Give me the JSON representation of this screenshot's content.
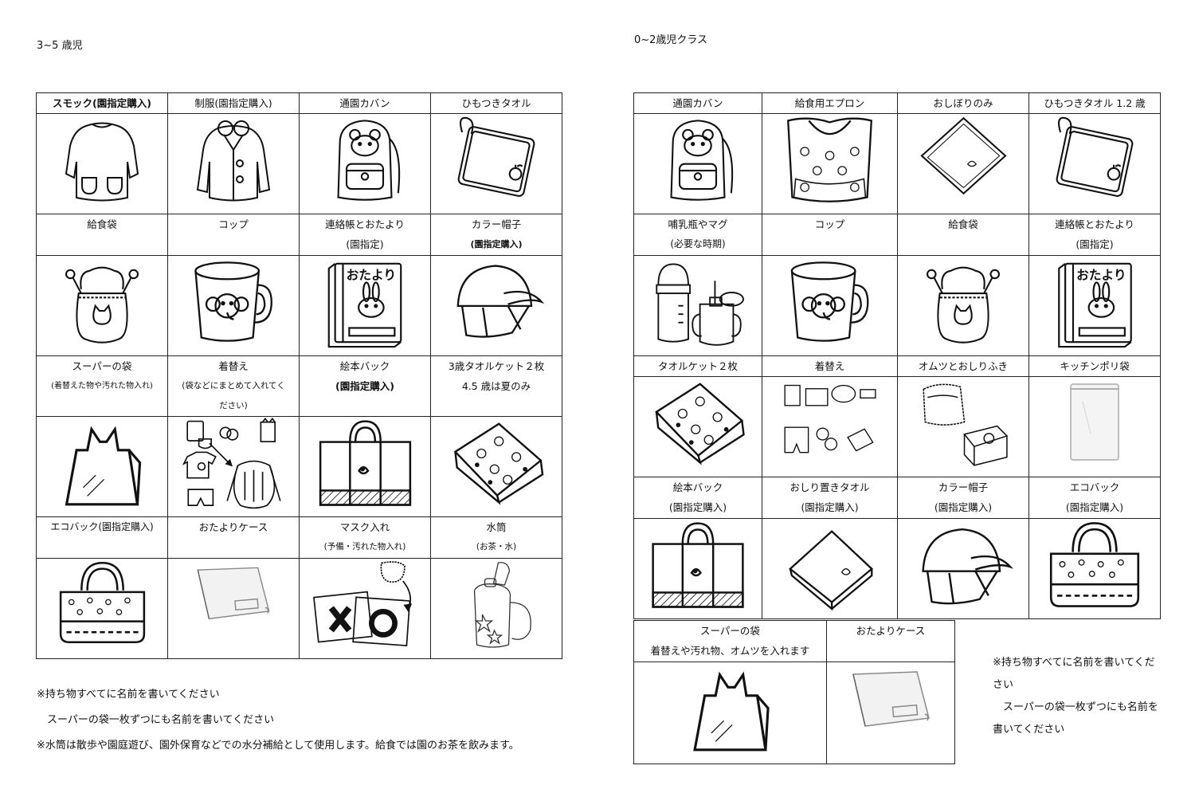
{
  "left": {
    "heading": "3~5 歳児",
    "rows": [
      {
        "labels": [
          {
            "main": "スモック(園指定購入)",
            "sub": "",
            "bold": true
          },
          {
            "main": "制服(園指定購入)",
            "sub": ""
          },
          {
            "main": "通園カバン",
            "sub": ""
          },
          {
            "main": "ひもつきタオル",
            "sub": ""
          }
        ],
        "icons": [
          "smock-icon",
          "uniform-jacket-icon",
          "school-backpack-icon",
          "loop-towel-icon"
        ]
      },
      {
        "labels": [
          {
            "main": "給食袋",
            "sub": ""
          },
          {
            "main": "コップ",
            "sub": ""
          },
          {
            "main": "連絡帳とおたより",
            "sub": "(園指定)"
          },
          {
            "main": "カラー帽子",
            "sub": "(園指定購入)"
          }
        ],
        "icons": [
          "lunch-drawstring-bag-icon",
          "elephant-cup-icon",
          "otayori-notebook-icon",
          "color-cap-icon"
        ]
      },
      {
        "labels": [
          {
            "main": "スーパーの袋",
            "sub": "(着替えた物や汚れた物入れ)"
          },
          {
            "main": "着替え",
            "sub": "(袋などにまとめて入れてく",
            "sub2": "ださい)"
          },
          {
            "main": "絵本バック",
            "sub": "(園指定購入)",
            "subbold": true
          },
          {
            "main": "3歳タオルケット２枚",
            "sub": "4.5 歳は夏のみ",
            "subbig": true
          }
        ],
        "icons": [
          "plastic-shopping-bag-icon",
          "change-of-clothes-icon",
          "picture-book-bag-icon",
          "towel-blanket-icon"
        ]
      },
      {
        "labels": [
          {
            "main": "エコバック(園指定購入)",
            "sub": ""
          },
          {
            "main": "おたよりケース",
            "sub": ""
          },
          {
            "main": "マスク入れ",
            "sub": "(予備・汚れた物入れ)"
          },
          {
            "main": "水筒",
            "sub": "(お茶・水)"
          }
        ],
        "icons": [
          "eco-bag-icon",
          "document-pouch-icon",
          "mask-case-icon",
          "water-bottle-icon"
        ]
      }
    ],
    "notes": [
      "※持ち物すべてに名前を書いてください",
      "　スーパーの袋一枚ずつにも名前を書いてください",
      "※水筒は散歩や園庭遊び、園外保育などでの水分補給として使用します。給食では園のお茶を飲みます。"
    ]
  },
  "right": {
    "heading": "0~2歳児クラス",
    "rows": [
      {
        "labels": [
          {
            "main": "通園カバン",
            "sub": ""
          },
          {
            "main": "給食用エプロン",
            "sub": ""
          },
          {
            "main": "おしぼりのみ",
            "sub": ""
          },
          {
            "main": "ひもつきタオル 1.2 歳",
            "sub": ""
          }
        ],
        "icons": [
          "school-backpack-icon",
          "bib-apron-icon",
          "hand-towel-icon",
          "loop-towel-icon"
        ]
      },
      {
        "labels": [
          {
            "main": "哺乳瓶やマグ",
            "sub": "(必要な時期)"
          },
          {
            "main": "コップ",
            "sub": ""
          },
          {
            "main": "給食袋",
            "sub": ""
          },
          {
            "main": "連絡帳とおたより",
            "sub": "(園指定)"
          }
        ],
        "icons": [
          "baby-bottle-mug-icon",
          "elephant-cup-icon",
          "lunch-drawstring-bag-icon",
          "otayori-notebook-icon"
        ]
      },
      {
        "labels": [
          {
            "main": "タオルケット２枚",
            "sub": ""
          },
          {
            "main": "着替え",
            "sub": ""
          },
          {
            "main": "オムツとおしりふき",
            "sub": ""
          },
          {
            "main": "キッチンポリ袋",
            "sub": ""
          }
        ],
        "icons": [
          "towel-blanket-icon",
          "baby-clothes-icon",
          "diaper-wipes-icon",
          "kitchen-poly-bag-icon"
        ]
      },
      {
        "labels": [
          {
            "main": "絵本バック",
            "sub": "(園指定購入)"
          },
          {
            "main": "おしり置きタオル",
            "sub": "(園指定購入)"
          },
          {
            "main": "カラー帽子",
            "sub": "(園指定購入)"
          },
          {
            "main": "エコバック",
            "sub": "(園指定購入)"
          }
        ],
        "icons": [
          "picture-book-bag-icon",
          "folded-towel-icon",
          "color-cap-icon",
          "eco-bag-icon"
        ]
      }
    ],
    "extra": {
      "labels": [
        {
          "main": "スーパーの袋",
          "sub": "着替えや汚れ物、オムツを入れます"
        },
        {
          "main": "おたよりケース",
          "sub": ""
        }
      ],
      "icons": [
        "plastic-shopping-bag-icon",
        "document-pouch-icon"
      ]
    },
    "notes": [
      "※持ち物すべてに名前を書いてください",
      "　スーパーの袋一枚ずつにも名前を書いてください"
    ]
  },
  "book_text": "おたより"
}
